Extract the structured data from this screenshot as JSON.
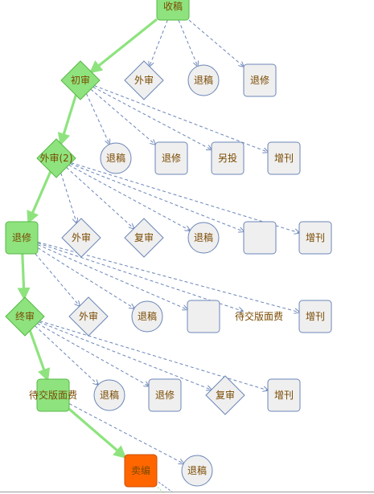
{
  "nodes": [
    {
      "id": "shougao",
      "label": "收稿",
      "shape": "rect",
      "kind": "main"
    },
    {
      "id": "chushen",
      "label": "初审",
      "shape": "diamond",
      "kind": "main"
    },
    {
      "id": "waishen_a",
      "label": "外审",
      "shape": "diamond",
      "kind": "branch"
    },
    {
      "id": "tuigao_a",
      "label": "退稿",
      "shape": "circle",
      "kind": "branch"
    },
    {
      "id": "tuixiu_a",
      "label": "退修",
      "shape": "rect",
      "kind": "branch"
    },
    {
      "id": "waishen2",
      "label": "外审(2)",
      "shape": "diamond",
      "kind": "main"
    },
    {
      "id": "tuigao_b",
      "label": "退稿",
      "shape": "circle",
      "kind": "branch"
    },
    {
      "id": "tuixiu_b",
      "label": "退修",
      "shape": "rect",
      "kind": "branch"
    },
    {
      "id": "lingtou_b",
      "label": "另投",
      "shape": "rect",
      "kind": "branch"
    },
    {
      "id": "zengkan_b",
      "label": "增刊",
      "shape": "rect",
      "kind": "branch"
    },
    {
      "id": "tuixiu_main",
      "label": "退修",
      "shape": "rect",
      "kind": "main"
    },
    {
      "id": "waishen_c",
      "label": "外审",
      "shape": "diamond",
      "kind": "branch"
    },
    {
      "id": "fushen_c",
      "label": "复审",
      "shape": "diamond",
      "kind": "branch"
    },
    {
      "id": "tuigao_c",
      "label": "退稿",
      "shape": "circle",
      "kind": "branch"
    },
    {
      "id": "blank_c",
      "label": "",
      "shape": "rect",
      "kind": "branch"
    },
    {
      "id": "zengkan_c",
      "label": "增刊",
      "shape": "rect",
      "kind": "branch"
    },
    {
      "id": "zhongshen",
      "label": "终审",
      "shape": "diamond",
      "kind": "main"
    },
    {
      "id": "waishen_d",
      "label": "外审",
      "shape": "diamond",
      "kind": "branch"
    },
    {
      "id": "tuigao_d",
      "label": "退稿",
      "shape": "circle",
      "kind": "branch"
    },
    {
      "id": "blank_d",
      "label": "",
      "shape": "rect",
      "kind": "branch"
    },
    {
      "id": "daijiao_d",
      "label": "待交版面费",
      "shape": "none",
      "kind": "branch"
    },
    {
      "id": "zengkan_d",
      "label": "增刊",
      "shape": "rect",
      "kind": "branch"
    },
    {
      "id": "daijiao_main",
      "label": "待交版面费",
      "shape": "rect",
      "kind": "main"
    },
    {
      "id": "tuigao_e",
      "label": "退稿",
      "shape": "circle",
      "kind": "branch"
    },
    {
      "id": "tuixiu_e",
      "label": "退修",
      "shape": "rect",
      "kind": "branch"
    },
    {
      "id": "fushen_e",
      "label": "复审",
      "shape": "diamond",
      "kind": "branch"
    },
    {
      "id": "zengkan_e",
      "label": "增刊",
      "shape": "rect",
      "kind": "branch"
    },
    {
      "id": "maibian",
      "label": "卖编",
      "shape": "rect",
      "kind": "current"
    },
    {
      "id": "tuigao_f",
      "label": "退稿",
      "shape": "circle",
      "kind": "branch"
    }
  ],
  "edges": [
    {
      "from": "shougao",
      "to": "chushen",
      "style": "main"
    },
    {
      "from": "shougao",
      "to": "waishen_a",
      "style": "branch"
    },
    {
      "from": "shougao",
      "to": "tuigao_a",
      "style": "branch"
    },
    {
      "from": "shougao",
      "to": "tuixiu_a",
      "style": "branch"
    },
    {
      "from": "chushen",
      "to": "waishen2",
      "style": "main"
    },
    {
      "from": "chushen",
      "to": "tuigao_b",
      "style": "branch"
    },
    {
      "from": "chushen",
      "to": "tuixiu_b",
      "style": "branch"
    },
    {
      "from": "chushen",
      "to": "lingtou_b",
      "style": "branch"
    },
    {
      "from": "chushen",
      "to": "zengkan_b",
      "style": "branch"
    },
    {
      "from": "waishen2",
      "to": "tuixiu_main",
      "style": "main"
    },
    {
      "from": "waishen2",
      "to": "waishen_c",
      "style": "branch"
    },
    {
      "from": "waishen2",
      "to": "fushen_c",
      "style": "branch"
    },
    {
      "from": "waishen2",
      "to": "tuigao_c",
      "style": "branch"
    },
    {
      "from": "waishen2",
      "to": "blank_c",
      "style": "branch"
    },
    {
      "from": "waishen2",
      "to": "zengkan_c",
      "style": "branch"
    },
    {
      "from": "tuixiu_main",
      "to": "zhongshen",
      "style": "main"
    },
    {
      "from": "tuixiu_main",
      "to": "waishen_d",
      "style": "branch"
    },
    {
      "from": "tuixiu_main",
      "to": "tuigao_d",
      "style": "branch"
    },
    {
      "from": "tuixiu_main",
      "to": "blank_d",
      "style": "branch"
    },
    {
      "from": "tuixiu_main",
      "to": "daijiao_d",
      "style": "branch"
    },
    {
      "from": "tuixiu_main",
      "to": "zengkan_d",
      "style": "branch"
    },
    {
      "from": "zhongshen",
      "to": "daijiao_main",
      "style": "main"
    },
    {
      "from": "zhongshen",
      "to": "tuigao_e",
      "style": "branch"
    },
    {
      "from": "zhongshen",
      "to": "tuixiu_e",
      "style": "branch"
    },
    {
      "from": "zhongshen",
      "to": "fushen_e",
      "style": "branch"
    },
    {
      "from": "zhongshen",
      "to": "zengkan_e",
      "style": "branch"
    },
    {
      "from": "daijiao_main",
      "to": "maibian",
      "style": "main"
    },
    {
      "from": "daijiao_main",
      "to": "tuigao_f",
      "style": "branch"
    }
  ],
  "colors": {
    "main_fill": "#8ee37e",
    "main_stroke": "#56b845",
    "main_edge": "#8ee37e",
    "branch_fill": "#efefef",
    "branch_stroke": "#6b86b8",
    "branch_edge": "#6b86b8",
    "current_fill": "#ff6600",
    "current_stroke": "#cc4d00",
    "label": "#7a4a00"
  }
}
